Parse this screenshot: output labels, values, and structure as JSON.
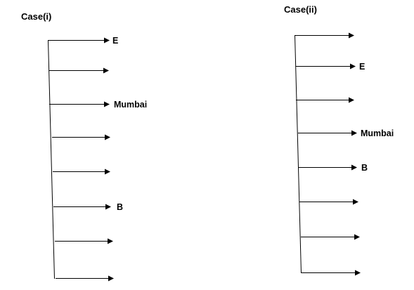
{
  "cases": [
    {
      "title": "Case(i)",
      "arrows": [
        "E",
        "",
        "Mumbai",
        "",
        "",
        "B",
        "",
        ""
      ]
    },
    {
      "title": "Case(ii)",
      "arrows": [
        "",
        "E",
        "",
        "Mumbai",
        "B",
        "",
        "",
        ""
      ]
    }
  ]
}
